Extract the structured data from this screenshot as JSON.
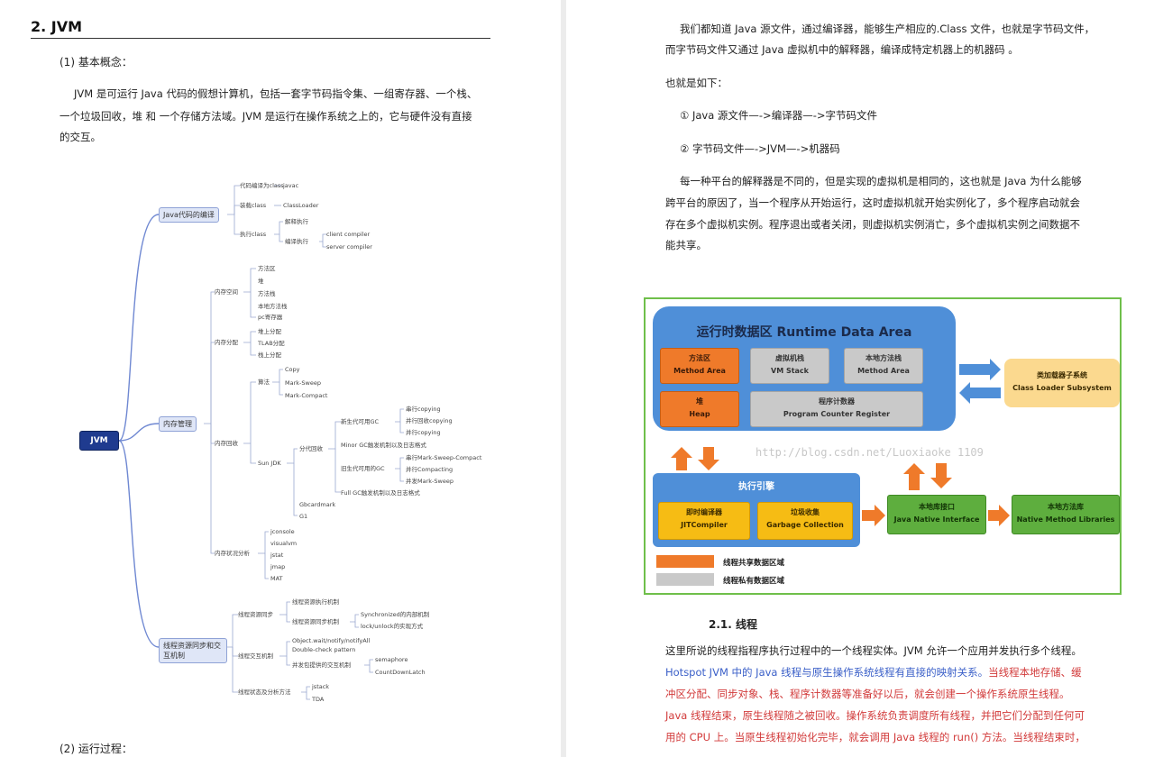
{
  "left": {
    "section_title": "2. JVM",
    "basic_concept": "(1) 基本概念：",
    "para1": [
      "JVM 是可运行 Java 代码的假想计算机，包括一套字节码指令集、一组寄存器、一个栈、",
      "一个垃圾回收，堆 和 一个存储方法域。JVM 是运行在操作系统之上的，它与硬件没有直接",
      "的交互。"
    ],
    "mindmap": {
      "root": "JVM",
      "branches": [
        {
          "label": "Java代码的编译",
          "children": [
            {
              "label": "代码编译为class",
              "leaves": [
                "javac"
              ]
            },
            {
              "label": "装载class",
              "leaves": [
                "ClassLoader"
              ]
            },
            {
              "label": "执行class",
              "leaves": [
                "解释执行",
                "编译执行"
              ],
              "sub": [
                "client compiler",
                "server compiler"
              ]
            }
          ]
        },
        {
          "label": "内存管理",
          "children": [
            {
              "label": "内存空间",
              "leaves": [
                "方法区",
                "堆",
                "方法栈",
                "本地方法栈",
                "pc寄存器"
              ]
            },
            {
              "label": "内存分配",
              "leaves": [
                "堆上分配",
                "TLAB分配",
                "栈上分配"
              ]
            },
            {
              "label": "内存回收",
              "leaves": [
                "算法",
                "Copy",
                "Mark-Sweep",
                "Mark-Compact",
                "Sun JDK",
                "分代回收",
                "新生代可用GC",
                "串行copying",
                "并行回收copying",
                "并行copying",
                "Minor GC触发机制以及日志格式",
                "旧生代可用的GC",
                "串行Mark-Sweep-Compact",
                "并行Compacting",
                "并发Mark-Sweep",
                "Full GC触发机制以及日志格式",
                "Gbcardmark",
                "G1"
              ]
            },
            {
              "label": "内存状况分析",
              "leaves": [
                "jconsole",
                "visualvm",
                "jstat",
                "jmap",
                "MAT"
              ]
            }
          ]
        },
        {
          "label": "线程资源同步和交互机制",
          "children": [
            {
              "label": "线程资源同步",
              "leaves": [
                "线程资源执行机制",
                "线程资源同步机制",
                "Synchronized的内部机制",
                "lock/unlock的实现方式"
              ]
            },
            {
              "label": "线程交互机制",
              "leaves": [
                "Object.wait/notify/notifyAll",
                "Double-check pattern",
                "并发包提供的交互机制",
                "semaphore",
                "CountDownLatch"
              ]
            },
            {
              "label": "线程状态及分析方法",
              "leaves": [
                "jstack",
                "TDA"
              ]
            }
          ]
        }
      ]
    },
    "run_process": "(2) 运行过程："
  },
  "right": {
    "para_top": [
      "我们都知道 Java 源文件，通过编译器，能够生产相应的.Class 文件，也就是字节码文件，",
      "而字节码文件又通过 Java 虚拟机中的解释器，编译成特定机器上的机器码 。"
    ],
    "that_is": "也就是如下：",
    "step1": "① Java 源文件—->编译器—->字节码文件",
    "step2": "② 字节码文件—->JVM—->机器码",
    "para_mid": [
      "每一种平台的解释器是不同的，但是实现的虚拟机是相同的，这也就是 Java 为什么能够",
      "跨平台的原因了，当一个程序从开始运行，这时虚拟机就开始实例化了，多个程序启动就会",
      "存在多个虚拟机实例。程序退出或者关闭，则虚拟机实例消亡，多个虚拟机实例之间数据不",
      "能共享。"
    ],
    "diagram": {
      "rda_title": "运行时数据区  Runtime Data Area",
      "method_area": [
        "方法区",
        "Method Area"
      ],
      "vm_stack": [
        "虚拟机栈",
        "VM Stack"
      ],
      "native_method_area": [
        "本地方法栈",
        "Method Area"
      ],
      "heap": [
        "堆",
        "Heap"
      ],
      "pc_register": [
        "程序计数器",
        "Program Counter Register"
      ],
      "class_loader": [
        "类加载器子系统",
        "Class Loader Subsystem"
      ],
      "exec_title": "执行引擎",
      "jit": [
        "即时编译器",
        "JITCompiler"
      ],
      "gc": [
        "垃圾收集",
        "Garbage Collection"
      ],
      "jni": [
        "本地库接口",
        "Java Native Interface"
      ],
      "native_lib": [
        "本地方法库",
        "Native Method Libraries"
      ],
      "legend_shared": "线程共享数据区域",
      "legend_private": "线程私有数据区域",
      "watermark": "http://blog.csdn.net/Luoxiaoke 1109",
      "colors": {
        "orange": "#ef7a2a",
        "gray": "#c9c9c9",
        "blue": "#4f8fd8",
        "green": "#5eae3e",
        "frame": "#6fbf4a"
      }
    },
    "subsection": "2.1. 线程",
    "para_thread1": "这里所说的线程指程序执行过程中的一个线程实体。JVM 允许一个应用并发执行多个线程。",
    "para_thread2_blue": "Hotspot JVM 中的 Java 线程与原生操作系统线程有直接的映射关系。",
    "para_thread2_red": "当线程本地存储、缓",
    "para_thread3": "冲区分配、同步对象、栈、程序计数器等准备好以后，就会创建一个操作系统原生线程。",
    "para_thread4": "Java 线程结束，原生线程随之被回收。操作系统负责调度所有线程，并把它们分配到任何可",
    "para_thread5": "用的 CPU 上。当原生线程初始化完毕，就会调用 Java 线程的 run() 方法。当线程结束时，"
  }
}
